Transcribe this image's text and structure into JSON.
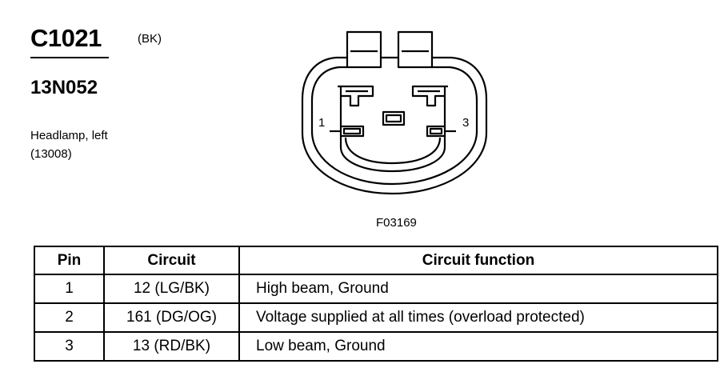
{
  "header": {
    "connector_id": "C1021",
    "connector_color": "(BK)",
    "part_number": "13N052",
    "description_line1": "Headlamp, left",
    "description_line2": "(13008)"
  },
  "diagram": {
    "pin_labels": [
      "1",
      "3"
    ],
    "figure_id": "F03169"
  },
  "table": {
    "columns": [
      "Pin",
      "Circuit",
      "Circuit function"
    ],
    "rows": [
      {
        "pin": "1",
        "circuit": "12 (LG/BK)",
        "function": "High beam, Ground"
      },
      {
        "pin": "2",
        "circuit": "161 (DG/OG)",
        "function": "Voltage supplied at all times (overload protected)"
      },
      {
        "pin": "3",
        "circuit": "13 (RD/BK)",
        "function": "Low beam, Ground"
      }
    ]
  }
}
